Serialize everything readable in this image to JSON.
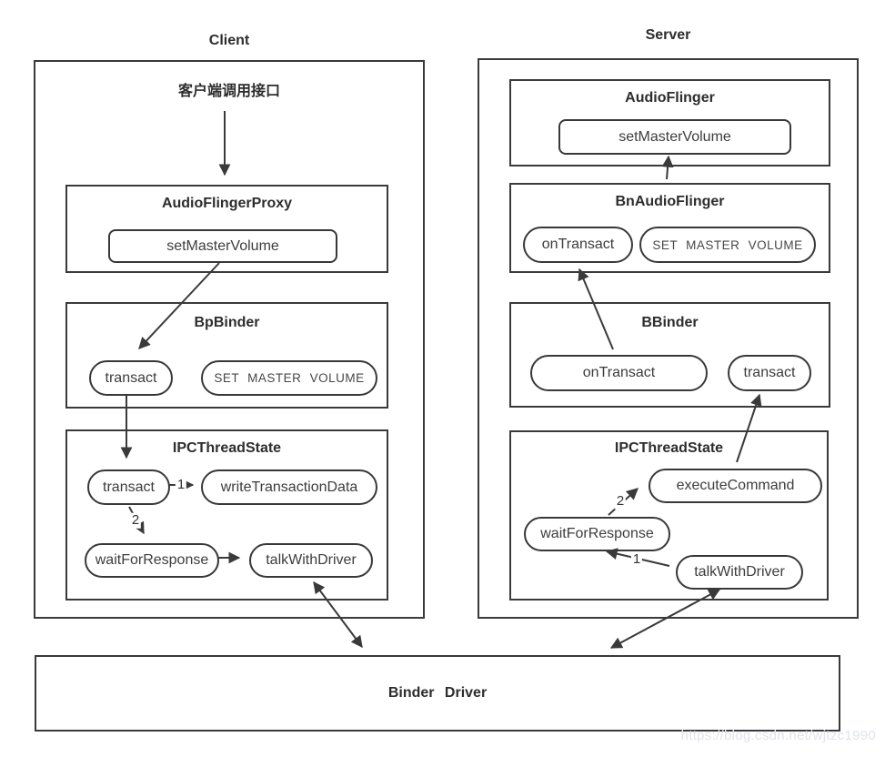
{
  "colors": {
    "stroke": "#3a3a3a",
    "title_text": "#2d2d2d",
    "label_text": "#3d3d3d",
    "watermark": "#e0e3e9"
  },
  "client": {
    "title": "Client",
    "entry_label": "客户端调用接口",
    "audio_flinger_proxy": {
      "title": "AudioFlingerProxy",
      "set_master_volume": "setMasterVolume"
    },
    "bp_binder": {
      "title": "BpBinder",
      "transact": "transact",
      "set_master_volume_cmd": "SET MASTER VOLUME"
    },
    "ipc_thread_state": {
      "title": "IPCThreadState",
      "transact": "transact",
      "write_transaction_data": "writeTransactionData",
      "wait_for_response": "waitForResponse",
      "talk_with_driver": "talkWithDriver",
      "step1": "1",
      "step2": "2"
    }
  },
  "server": {
    "title": "Server",
    "audio_flinger": {
      "title": "AudioFlinger",
      "set_master_volume": "setMasterVolume"
    },
    "bn_audio_flinger": {
      "title": "BnAudioFlinger",
      "on_transact": "onTransact",
      "set_master_volume_cmd": "SET MASTER VOLUME"
    },
    "b_binder": {
      "title": "BBinder",
      "on_transact": "onTransact",
      "transact": "transact"
    },
    "ipc_thread_state": {
      "title": "IPCThreadState",
      "execute_command": "executeCommand",
      "wait_for_response": "waitForResponse",
      "talk_with_driver": "talkWithDriver",
      "step1": "1",
      "step2": "2"
    }
  },
  "binder_driver": {
    "title": "Binder Driver"
  },
  "watermark": "https://blog.csdn.net/wjtzc1990"
}
